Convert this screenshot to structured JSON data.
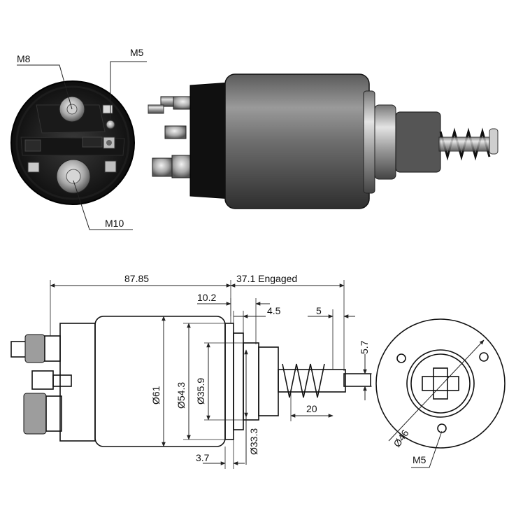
{
  "photo_callouts": {
    "m8": "M8",
    "m5": "M5",
    "m10": "M10"
  },
  "dimensions": {
    "length_overall": "87.85",
    "stroke_engaged": "37.1 Engaged",
    "d_10_2": "10.2",
    "d_4_5": "4.5",
    "d_5": "5",
    "d_5_7": "5.7",
    "dia_61": "Ø61",
    "dia_54_3": "Ø54.3",
    "dia_35_9": "Ø35.9",
    "dia_33_3": "Ø33.3",
    "d_20": "20",
    "d_3_7": "3.7",
    "dia_46": "Ø46",
    "thread_m5": "M5"
  }
}
